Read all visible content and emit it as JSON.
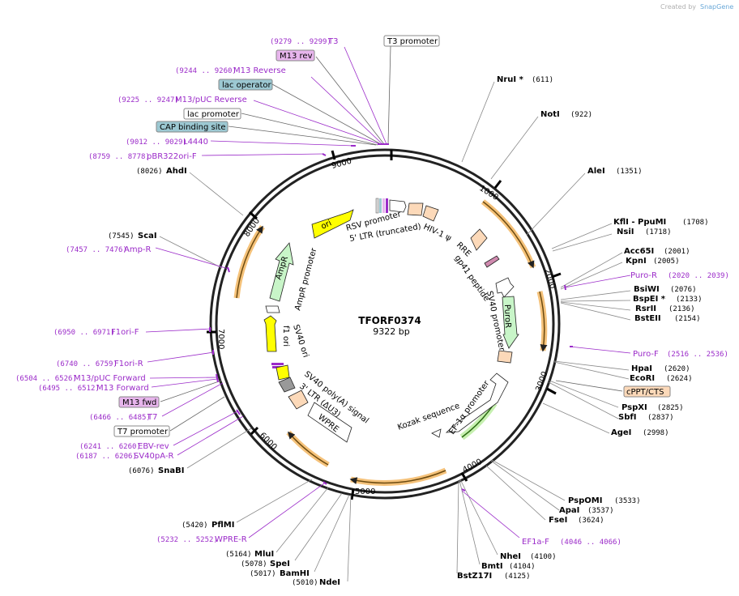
{
  "credit": {
    "prefix": "Created by",
    "brand": "SnapGene"
  },
  "plasmid": {
    "name": "TFORF0374",
    "size": "9322 bp"
  },
  "colors": {
    "primer": "#9b2bc9",
    "amp_fill": "#c8f5c8",
    "ori_fill": "#ffff00",
    "ltr_fill": "#fcd9b9",
    "lac_fill": "#9cc8d2",
    "m13_fill": "#e7b5ec",
    "orange": "#f5a623"
  },
  "ticks": [
    "1000",
    "2000",
    "3000",
    "4000",
    "5000",
    "6000",
    "7000",
    "8000",
    "9000"
  ],
  "enzymes": [
    {
      "name": "NruI *",
      "pos": "(611)"
    },
    {
      "name": "NotI",
      "pos": "(922)"
    },
    {
      "name": "AleI",
      "pos": "(1351)"
    },
    {
      "name": "KflI - PpuMI",
      "pos": "(1708)"
    },
    {
      "name": "NsiI",
      "pos": "(1718)"
    },
    {
      "name": "Acc65I",
      "pos": "(2001)"
    },
    {
      "name": "KpnI",
      "pos": "(2005)"
    },
    {
      "name": "BsiWI",
      "pos": "(2076)"
    },
    {
      "name": "BspEI *",
      "pos": "(2133)"
    },
    {
      "name": "RsrII",
      "pos": "(2136)"
    },
    {
      "name": "BstEII",
      "pos": "(2154)"
    },
    {
      "name": "HpaI",
      "pos": "(2620)"
    },
    {
      "name": "EcoRI",
      "pos": "(2624)"
    },
    {
      "name": "PspXI",
      "pos": "(2825)"
    },
    {
      "name": "SbfI",
      "pos": "(2837)"
    },
    {
      "name": "AgeI",
      "pos": "(2998)"
    },
    {
      "name": "PspOMI",
      "pos": "(3533)"
    },
    {
      "name": "ApaI",
      "pos": "(3537)"
    },
    {
      "name": "FseI",
      "pos": "(3624)"
    },
    {
      "name": "NheI",
      "pos": "(4100)"
    },
    {
      "name": "BmtI",
      "pos": "(4104)"
    },
    {
      "name": "BstZ17I",
      "pos": "(4125)"
    },
    {
      "name": "NdeI",
      "pos": "(5010)"
    },
    {
      "name": "BamHI",
      "pos": "(5017)"
    },
    {
      "name": "SpeI",
      "pos": "(5078)"
    },
    {
      "name": "MluI",
      "pos": "(5164)"
    },
    {
      "name": "PflMI",
      "pos": "(5420)"
    },
    {
      "name": "SnaBI",
      "pos": "(6076)"
    },
    {
      "name": "ScaI",
      "pos": "(7545)"
    },
    {
      "name": "AhdI",
      "pos": "(8026)"
    }
  ],
  "primers": [
    {
      "name": "T3",
      "range": "(9279 .. 9299)"
    },
    {
      "name": "M13 Reverse",
      "range": "(9244 .. 9260)"
    },
    {
      "name": "M13/pUC Reverse",
      "range": "(9225 .. 9247)"
    },
    {
      "name": "L4440",
      "range": "(9012 .. 9029)"
    },
    {
      "name": "pBR322ori-F",
      "range": "(8759 .. 8778)"
    },
    {
      "name": "Amp-R",
      "range": "(7457 .. 7476)"
    },
    {
      "name": "F1ori-F",
      "range": "(6950 .. 6971)"
    },
    {
      "name": "F1ori-R",
      "range": "(6740 .. 6759)"
    },
    {
      "name": "M13/pUC Forward",
      "range": "(6504 .. 6526)"
    },
    {
      "name": "M13 Forward",
      "range": "(6495 .. 6512)"
    },
    {
      "name": "T7",
      "range": "(6466 .. 6485)"
    },
    {
      "name": "EBV-rev",
      "range": "(6241 .. 6260)"
    },
    {
      "name": "SV40pA-R",
      "range": "(6187 .. 6206)"
    },
    {
      "name": "WPRE-R",
      "range": "(5232 .. 5252)"
    },
    {
      "name": "Puro-R",
      "range": "(2020 .. 2039)"
    },
    {
      "name": "Puro-F",
      "range": "(2516 .. 2536)"
    },
    {
      "name": "EF1a-F",
      "range": "(4046 .. 4066)"
    }
  ],
  "boxed": {
    "t3_promoter": "T3 promoter",
    "m13_rev": "M13 rev",
    "lac_operator": "lac operator",
    "lac_promoter": "lac promoter",
    "cap_site": "CAP binding site",
    "cppt": "cPPT/CTS",
    "m13_fwd": "M13 fwd",
    "t7_promoter": "T7 promoter"
  },
  "features": {
    "rsv": "RSV promoter",
    "ltr5": "5' LTR (truncated)",
    "hiv": "HIV-1 ψ",
    "rre": "RRE",
    "gp41": "gp41 peptide",
    "sv40p": "SV40 promoter",
    "puror": "PuroR",
    "ef1a": "EF-1α promoter",
    "kozak": "Kozak sequence",
    "wpre": "WPRE",
    "ltr3": "3' LTR (ΔU3)",
    "sv40pa": "SV40 poly(A) signal",
    "sv40ori": "SV40 ori",
    "f1ori": "f1 ori",
    "ampp": "AmpR promoter",
    "ampr": "AmpR",
    "ori": "ori"
  }
}
